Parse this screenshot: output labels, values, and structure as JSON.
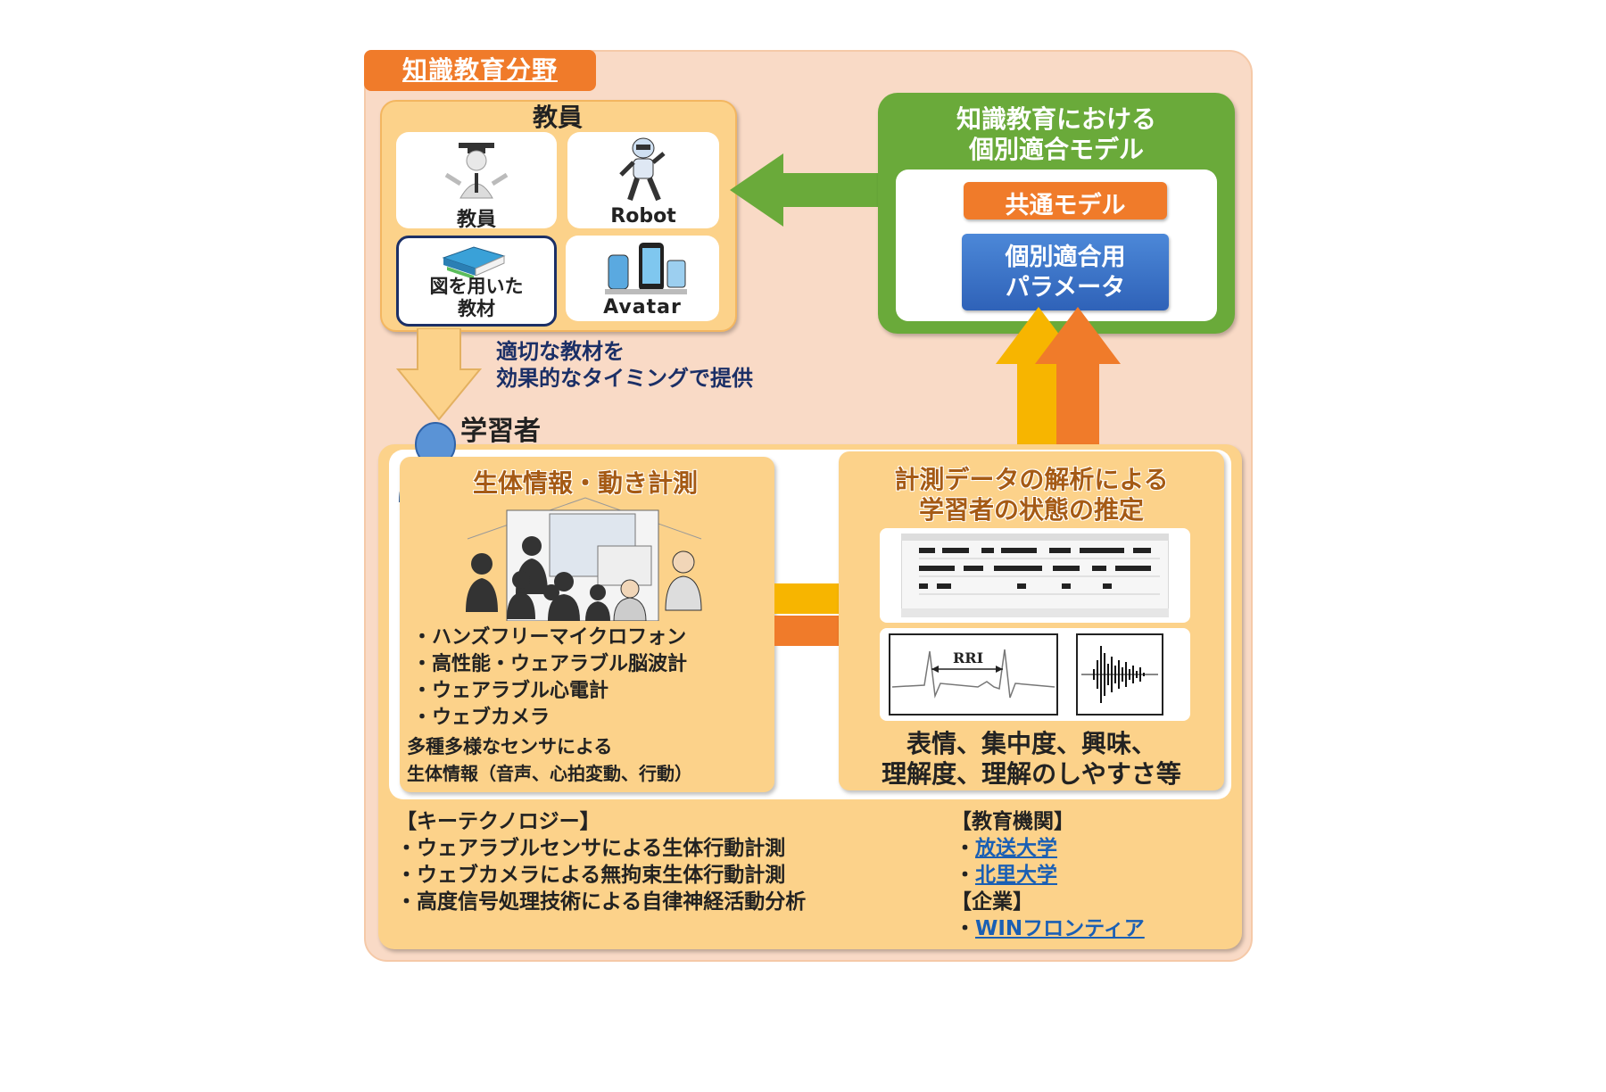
{
  "domain_tag": "知識教育分野",
  "teacher": {
    "title": "教員",
    "items": [
      {
        "label": "教員"
      },
      {
        "label": "Robot"
      },
      {
        "label": "図を用いた\n教材"
      },
      {
        "label": "Avatar"
      }
    ]
  },
  "model": {
    "title_line1": "知識教育における",
    "title_line2": "個別適合モデル",
    "common": "共通モデル",
    "param_line1": "個別適合用",
    "param_line2": "パラメータ"
  },
  "provide": {
    "line1": "適切な教材を",
    "line2": "効果的なタイミングで提供"
  },
  "learner": {
    "title": "学習者"
  },
  "measure": {
    "title": "生体情報・動き計測",
    "items": [
      "・ハンズフリーマイクロフォン",
      "・高性能・ウェアラブル脳波計",
      "・ウェアラブル心電計",
      "・ウェブカメラ"
    ],
    "note_line1": "多種多様なセンサによる",
    "note_line2": "生体情報（音声、心拍変動、行動）"
  },
  "analysis": {
    "title_line1": "計測データの解析による",
    "title_line2": "学習者の状態の推定",
    "rri_label": "RRI",
    "result_line1": "表情、集中度、興味、",
    "result_line2": "理解度、理解のしやすさ等"
  },
  "key_tech": {
    "title": "【キーテクノロジー】",
    "items": [
      "・ウェアラブルセンサによる生体行動計測",
      "・ウェブカメラによる無拘束生体行動計測",
      "・高度信号処理技術による自律神経活動分析"
    ]
  },
  "orgs": {
    "edu_title": "【教育機関】",
    "edu": [
      "放送大学",
      "北里大学"
    ],
    "corp_title": "【企業】",
    "corp": [
      "WINフロンティア"
    ],
    "bullet": "・"
  },
  "colors": {
    "orange": "#f07b2a",
    "green": "#6aaa3a",
    "blue": "#3a73c8",
    "card": "#fcd28a",
    "outer": "#f9dac6"
  }
}
